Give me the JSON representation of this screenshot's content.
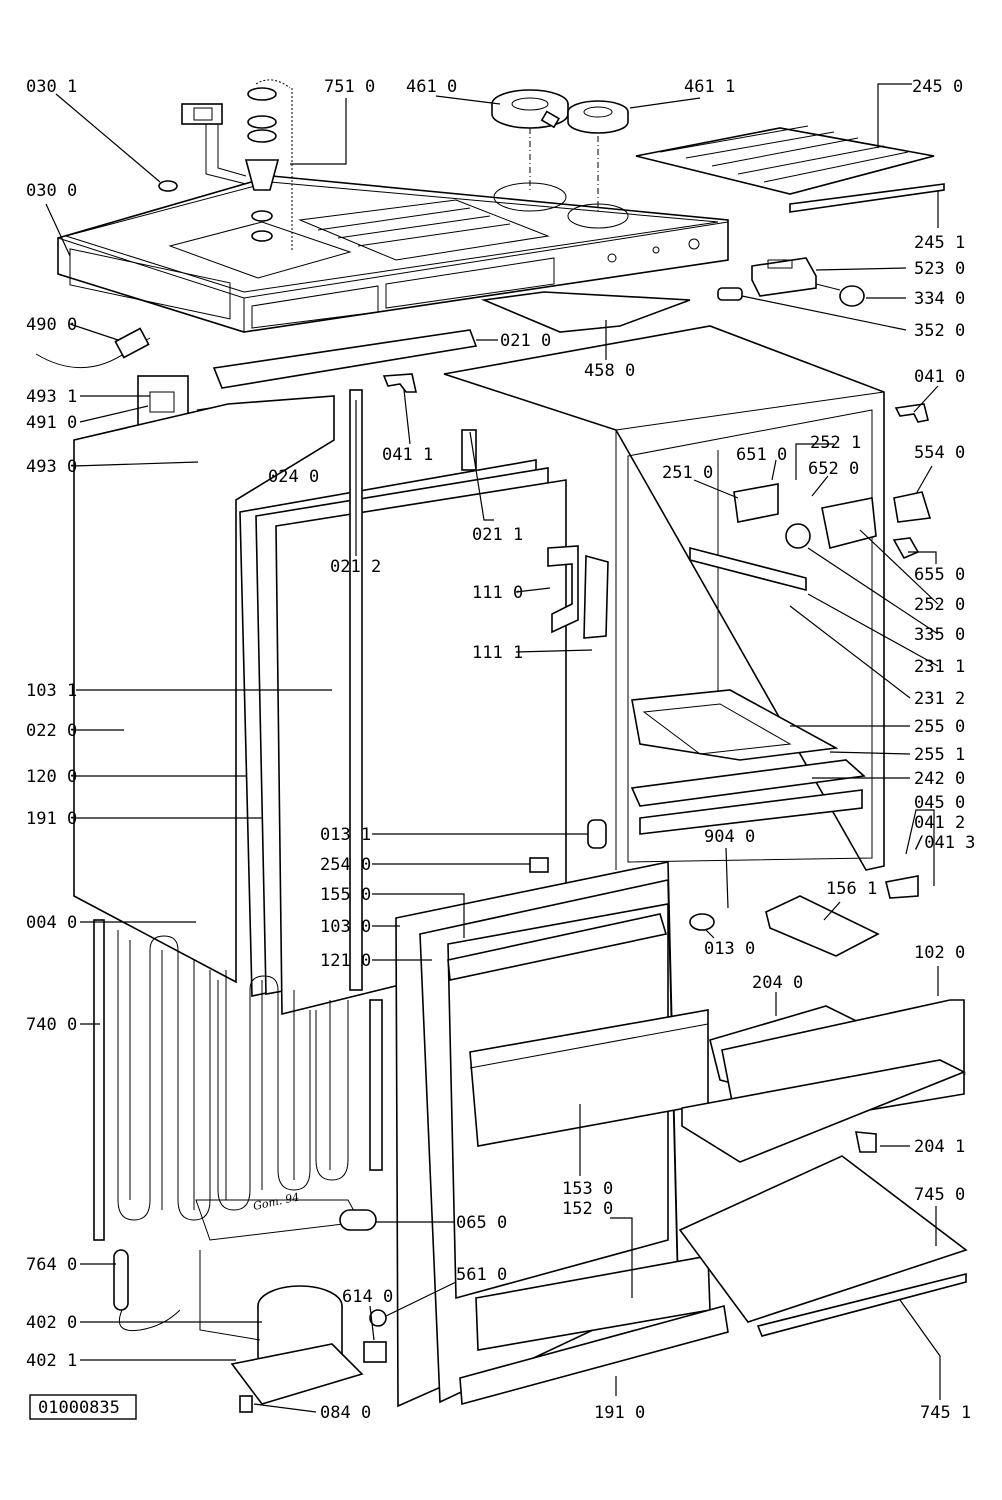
{
  "document_number": "01000835",
  "signature": "Gom. 94",
  "labels": {
    "l0301": "030 1",
    "l0300": "030 0",
    "l7510": "751 0",
    "l4610": "461 0",
    "l4611": "461 1",
    "l2450": "245 0",
    "l2451": "245 1",
    "l5230": "523 0",
    "l3340": "334 0",
    "l3520": "352 0",
    "l4900": "490 0",
    "l0210": "021 0",
    "l4580": "458 0",
    "l4931a": "493 1",
    "l4910": "491 0",
    "l4930": "493 0",
    "l0240": "024 0",
    "l0411": "041 1",
    "l0410": "041 0",
    "l5540": "554 0",
    "l2521": "252 1",
    "l6510": "651 0",
    "l6520": "652 0",
    "l2510": "251 0",
    "l0211": "021 1",
    "l0212": "021 2",
    "l1110": "111 0",
    "l1111": "111 1",
    "l6550": "655 0",
    "l2520": "252 0",
    "l3350": "335 0",
    "l2311": "231 1",
    "l2312": "231 2",
    "l1031": "103 1",
    "l0220": "022 0",
    "l2550": "255 0",
    "l2551": "255 1",
    "l2420": "242 0",
    "l1200": "120 0",
    "l1910a": "191 0",
    "l0450": "045 0",
    "l0412": "041 2",
    "l0413": "/041 3",
    "l0131": "013 1",
    "l9040": "904 0",
    "l2540": "254 0",
    "l1550": "155 0",
    "l1561": "156 1",
    "l0040": "004 0",
    "l1030": "103 0",
    "l0130": "013 0",
    "l1210": "121 0",
    "l1020": "102 0",
    "l2040": "204 0",
    "l7400": "740 0",
    "l1530": "153 0",
    "l1520": "152 0",
    "l2041": "204 1",
    "l0650": "065 0",
    "l7450": "745 0",
    "l7640": "764 0",
    "l5610": "561 0",
    "l6140": "614 0",
    "l4020": "402 0",
    "l4021": "402 1",
    "l0840": "084 0",
    "l1910b": "191 0",
    "l7451": "745 1"
  }
}
